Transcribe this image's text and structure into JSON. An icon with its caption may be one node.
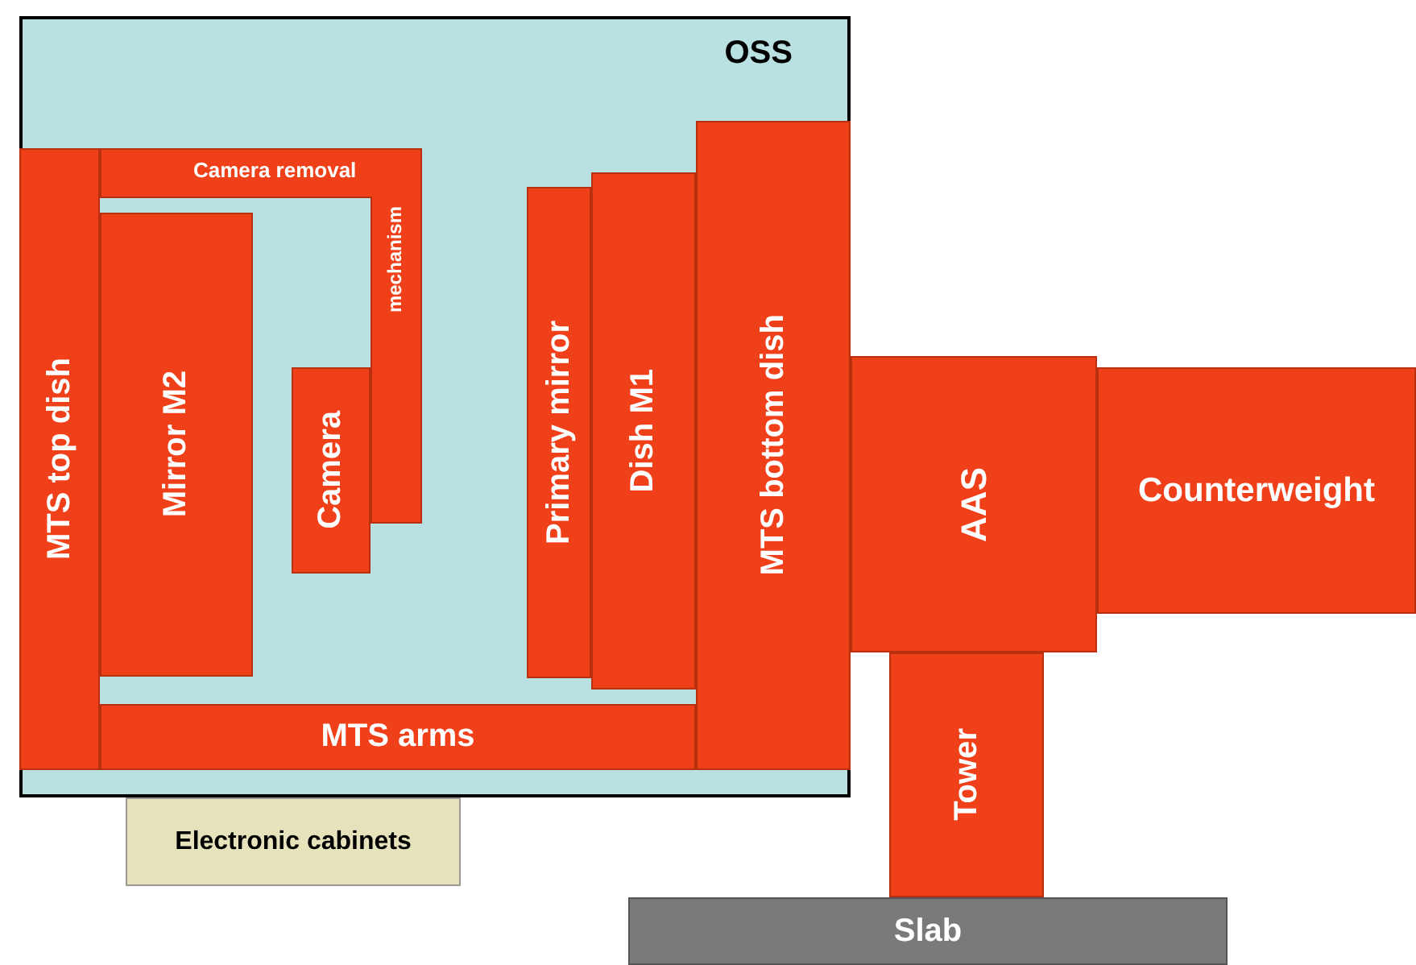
{
  "diagram": {
    "nodes": [
      {
        "text": [
          "OSS"
        ]
      },
      {
        "text": [
          "MTS top dish"
        ],
        "in": 0
      },
      {
        "text": [
          "Camera removal",
          "mechanism"
        ],
        "in": 0
      },
      {
        "text": [
          "Mirror M2"
        ],
        "in": 0
      },
      {
        "text": [
          "Camera"
        ],
        "in": 0
      },
      {
        "text": [
          "Primary mirror"
        ],
        "in": 0
      },
      {
        "text": [
          "Dish M1"
        ],
        "in": 0
      },
      {
        "text": [
          "MTS bottom dish"
        ],
        "in": 0
      },
      {
        "text": [
          "MTS arms"
        ],
        "in": 0
      },
      {
        "text": [
          "AAS"
        ]
      },
      {
        "text": [
          "Counterweight"
        ]
      },
      {
        "text": [
          "Tower"
        ]
      },
      {
        "text": [
          "Slab"
        ]
      },
      {
        "text": [
          "Electronic cabinets"
        ]
      }
    ]
  }
}
